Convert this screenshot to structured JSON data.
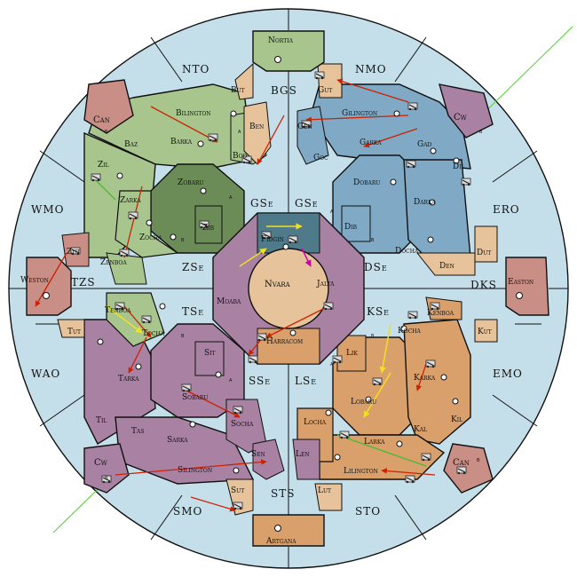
{
  "board": {
    "colors": {
      "sea": "#c5dfea",
      "nw_power": "#a8c58d",
      "nw_dark": "#6b8c57",
      "ne_power": "#7fa9c4",
      "sw_power": "#a881a3",
      "se_power": "#d9a06b",
      "neutral": "#c98e85",
      "tan": "#e6c39b",
      "center_ring": "#a881a3",
      "center_dot": "#e6c39b",
      "order_red": "#cc2200",
      "order_yellow": "#f0e020",
      "order_green": "#44bb33",
      "order_magenta": "#cc00aa",
      "boundary_green": "#55cc33"
    },
    "seas": [
      {
        "id": "nto",
        "label": "NTO"
      },
      {
        "id": "nmo",
        "label": "NMO"
      },
      {
        "id": "bgs",
        "label": "BGS"
      },
      {
        "id": "wmo",
        "label": "WMO"
      },
      {
        "id": "ero",
        "label": "ERO"
      },
      {
        "id": "tzs",
        "label": "TZS"
      },
      {
        "id": "dks",
        "label": "DKS"
      },
      {
        "id": "wao",
        "label": "WAO"
      },
      {
        "id": "emo",
        "label": "EMO"
      },
      {
        "id": "smo",
        "label": "SMO"
      },
      {
        "id": "sto",
        "label": "STO"
      },
      {
        "id": "sts",
        "label": "STS"
      },
      {
        "id": "gse_l",
        "label": "GSe"
      },
      {
        "id": "gse_r",
        "label": "GSe"
      },
      {
        "id": "zse",
        "label": "ZSe"
      },
      {
        "id": "dse",
        "label": "DSe"
      },
      {
        "id": "tse",
        "label": "TSe"
      },
      {
        "id": "kse",
        "label": "KSe"
      },
      {
        "id": "sse",
        "label": "SSe"
      },
      {
        "id": "lse",
        "label": "LSe"
      }
    ],
    "provinces": [
      {
        "id": "nortia",
        "label": "Nortia"
      },
      {
        "id": "artgana",
        "label": "Artgana"
      },
      {
        "id": "weston",
        "label": "Weston"
      },
      {
        "id": "easton",
        "label": "Easton"
      },
      {
        "id": "can_nw",
        "label": "Can"
      },
      {
        "id": "cw_ne",
        "label": "Cw"
      },
      {
        "id": "cw_sw",
        "label": "Cw"
      },
      {
        "id": "can_se",
        "label": "Can"
      },
      {
        "id": "but",
        "label": "But"
      },
      {
        "id": "gut",
        "label": "Gut"
      },
      {
        "id": "ben",
        "label": "Ben"
      },
      {
        "id": "gen",
        "label": "Gen"
      },
      {
        "id": "bilington",
        "label": "Bilington"
      },
      {
        "id": "gilington",
        "label": "Gilington"
      },
      {
        "id": "baz",
        "label": "Baz"
      },
      {
        "id": "barka",
        "label": "Barka"
      },
      {
        "id": "bod",
        "label": "Bod"
      },
      {
        "id": "zil",
        "label": "Zil"
      },
      {
        "id": "zobaru",
        "label": "Zobaru"
      },
      {
        "id": "zarka",
        "label": "Zarka"
      },
      {
        "id": "zib",
        "label": "Zib"
      },
      {
        "id": "zocha",
        "label": "Zocha"
      },
      {
        "id": "zut",
        "label": "Zut"
      },
      {
        "id": "zenboa",
        "label": "Zenboa"
      },
      {
        "id": "garka",
        "label": "Garka"
      },
      {
        "id": "gad",
        "label": "Gad"
      },
      {
        "id": "goc",
        "label": "Goc"
      },
      {
        "id": "dil",
        "label": "Dil"
      },
      {
        "id": "dobaru",
        "label": "Dobaru"
      },
      {
        "id": "darka",
        "label": "Darka"
      },
      {
        "id": "dib",
        "label": "Dib"
      },
      {
        "id": "docha",
        "label": "Docha"
      },
      {
        "id": "dut",
        "label": "Dut"
      },
      {
        "id": "den",
        "label": "Den"
      },
      {
        "id": "nvara",
        "label": "Nvara"
      },
      {
        "id": "fidgin",
        "label": "Fidgin"
      },
      {
        "id": "jalta",
        "label": "Jalta"
      },
      {
        "id": "moaba",
        "label": "Moaba"
      },
      {
        "id": "harracom",
        "label": "Harracom"
      },
      {
        "id": "tenboa",
        "label": "Tenboa"
      },
      {
        "id": "tocha",
        "label": "Tocha"
      },
      {
        "id": "tut",
        "label": "Tut"
      },
      {
        "id": "sit",
        "label": "Sit"
      },
      {
        "id": "tarka",
        "label": "Tarka"
      },
      {
        "id": "sobaru",
        "label": "Sobaru"
      },
      {
        "id": "socha",
        "label": "Socha"
      },
      {
        "id": "til",
        "label": "Til"
      },
      {
        "id": "tas",
        "label": "Tas"
      },
      {
        "id": "sarka",
        "label": "Sarka"
      },
      {
        "id": "silington",
        "label": "Silington"
      },
      {
        "id": "sen",
        "label": "Sen"
      },
      {
        "id": "sut",
        "label": "Sut"
      },
      {
        "id": "kenboa",
        "label": "Kenboa"
      },
      {
        "id": "kut",
        "label": "Kut"
      },
      {
        "id": "kocha",
        "label": "Kocha"
      },
      {
        "id": "lik",
        "label": "Lik"
      },
      {
        "id": "karka",
        "label": "Karka"
      },
      {
        "id": "lobaru",
        "label": "Lobaru"
      },
      {
        "id": "locha",
        "label": "Locha"
      },
      {
        "id": "larka",
        "label": "Larka"
      },
      {
        "id": "kil",
        "label": "Kil"
      },
      {
        "id": "kal",
        "label": "Kal"
      },
      {
        "id": "len",
        "label": "Len"
      },
      {
        "id": "lilington",
        "label": "Lilington"
      },
      {
        "id": "lut",
        "label": "Lut"
      }
    ],
    "coast_marks": {
      "a": "a",
      "b": "b"
    }
  }
}
